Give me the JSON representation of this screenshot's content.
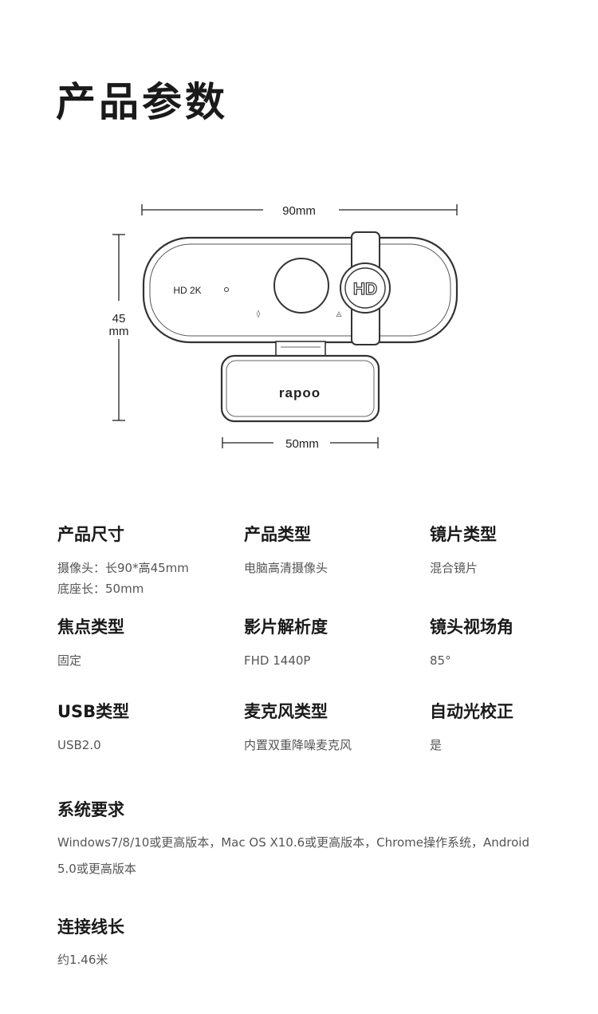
{
  "title": "产品参数",
  "diagram": {
    "width_label": "90mm",
    "height_label_num": "45",
    "height_label_unit": "mm",
    "base_label": "50mm",
    "model_text": "HD 2K",
    "privacy_text": "HD",
    "brand": "rapoo"
  },
  "specs": [
    {
      "label": "产品尺寸",
      "lines": [
        "摄像头：长90*高45mm",
        "底座长：50mm"
      ]
    },
    {
      "label": "产品类型",
      "lines": [
        "电脑高清摄像头"
      ]
    },
    {
      "label": "镜片类型",
      "lines": [
        "混合镜片"
      ]
    },
    {
      "label": "焦点类型",
      "lines": [
        "固定"
      ]
    },
    {
      "label": "影片解析度",
      "lines": [
        "FHD 1440P"
      ]
    },
    {
      "label": "镜头视场角",
      "lines": [
        "85°"
      ]
    },
    {
      "label": "USB类型",
      "lines": [
        "USB2.0"
      ]
    },
    {
      "label": "麦克风类型",
      "lines": [
        "内置双重降噪麦克风"
      ]
    },
    {
      "label": "自动光校正",
      "lines": [
        "是"
      ]
    }
  ],
  "system": {
    "label": "系统要求",
    "value": "Windows7/8/10或更高版本，Mac OS X10.6或更高版本，Chrome操作系统，Android 5.0或更高版本"
  },
  "cable": {
    "label": "连接线长",
    "value": "约1.46米"
  }
}
